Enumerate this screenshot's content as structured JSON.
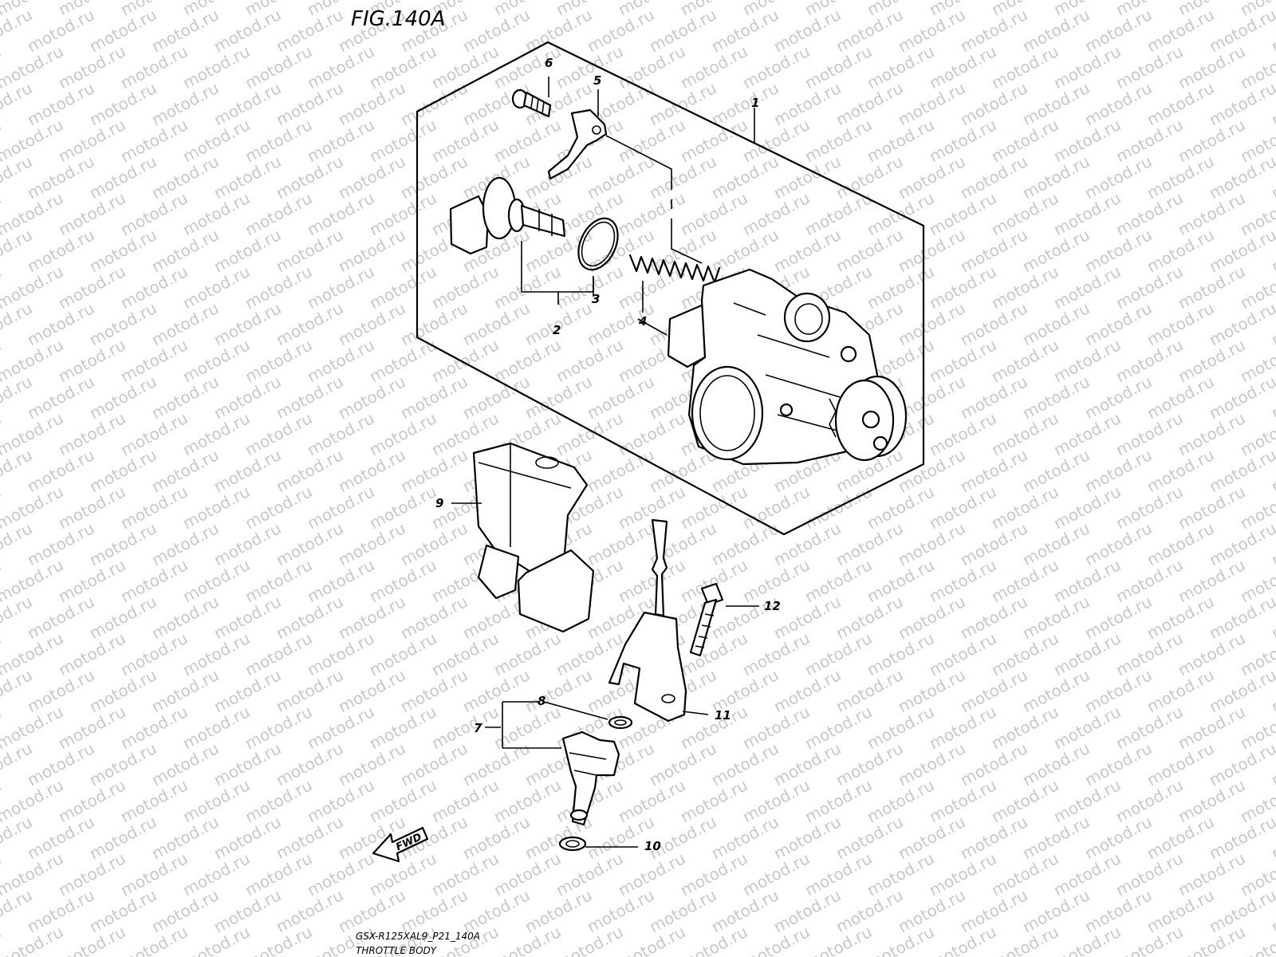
{
  "figure": {
    "title": "FIG.140A"
  },
  "callouts": [
    "1",
    "2",
    "3",
    "4",
    "5",
    "6",
    "7",
    "8",
    "9",
    "10",
    "11",
    "12"
  ],
  "fwd_label": "FWD",
  "caption": {
    "model_code": "GSX-R125XAL9_P21_140A",
    "section_name": "THROTTLE BODY"
  },
  "watermark": "motod.ru",
  "icons": {
    "fwd": "arrow-left-down-icon"
  }
}
